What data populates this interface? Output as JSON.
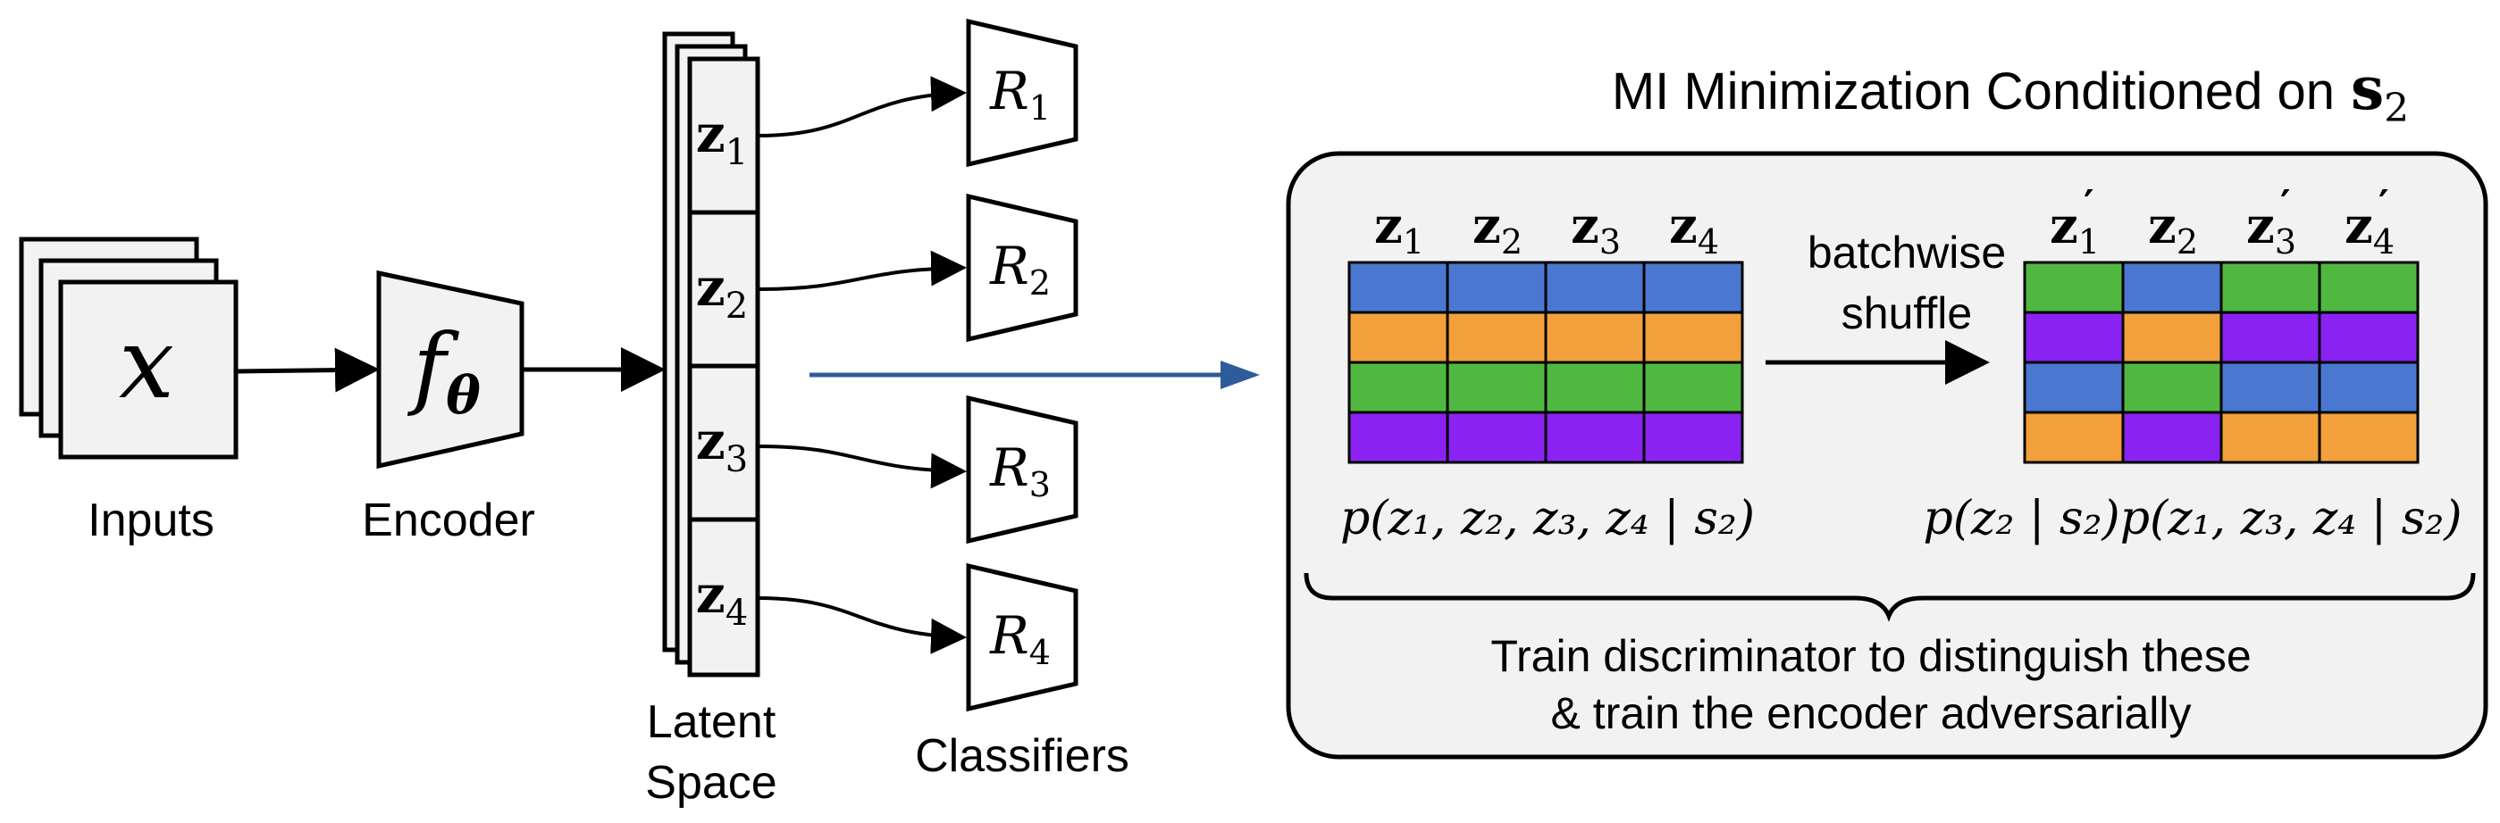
{
  "colors": {
    "blue": "#4A78D0",
    "orange": "#F2A03C",
    "green": "#50B840",
    "purple": "#8A22F2",
    "panel": "#F2F2F2",
    "stroke": "#000000",
    "arrow_blue": "#2E5C9A"
  },
  "inputs": {
    "symbol": "x",
    "label": "Inputs"
  },
  "encoder": {
    "symbol": "f",
    "sub": "θ",
    "label": "Encoder"
  },
  "latent": {
    "label_line1": "Latent",
    "label_line2": "Space",
    "slots": [
      {
        "var": "z",
        "sub": "1"
      },
      {
        "var": "z",
        "sub": "2"
      },
      {
        "var": "z",
        "sub": "3"
      },
      {
        "var": "z",
        "sub": "4"
      }
    ]
  },
  "classifiers": {
    "label": "Classifiers",
    "items": [
      {
        "var": "R",
        "sub": "1"
      },
      {
        "var": "R",
        "sub": "2"
      },
      {
        "var": "R",
        "sub": "3"
      },
      {
        "var": "R",
        "sub": "4"
      }
    ]
  },
  "panel": {
    "title_text": "MI Minimization Conditioned on",
    "title_var": "s",
    "title_sub": "2",
    "shuffle_line1": "batchwise",
    "shuffle_line2": "shuffle",
    "left_headers": [
      {
        "var": "z",
        "sub": "1",
        "prime": ""
      },
      {
        "var": "z",
        "sub": "2",
        "prime": ""
      },
      {
        "var": "z",
        "sub": "3",
        "prime": ""
      },
      {
        "var": "z",
        "sub": "4",
        "prime": ""
      }
    ],
    "right_headers": [
      {
        "var": "z",
        "sub": "1",
        "prime": "′"
      },
      {
        "var": "z",
        "sub": "2",
        "prime": ""
      },
      {
        "var": "z",
        "sub": "3",
        "prime": "′"
      },
      {
        "var": "z",
        "sub": "4",
        "prime": "′"
      }
    ],
    "left_grid": [
      [
        "blue",
        "blue",
        "blue",
        "blue"
      ],
      [
        "orange",
        "orange",
        "orange",
        "orange"
      ],
      [
        "green",
        "green",
        "green",
        "green"
      ],
      [
        "purple",
        "purple",
        "purple",
        "purple"
      ]
    ],
    "right_grid": [
      [
        "green",
        "blue",
        "green",
        "green"
      ],
      [
        "purple",
        "orange",
        "purple",
        "purple"
      ],
      [
        "blue",
        "green",
        "blue",
        "blue"
      ],
      [
        "orange",
        "purple",
        "orange",
        "orange"
      ]
    ],
    "left_formula": "p(z₁, z₂, z₃, z₄ | s₂)",
    "right_formula": "p(z₂ | s₂)p(z₁, z₃, z₄ | s₂)",
    "caption_line1": "Train discriminator to distinguish these",
    "caption_line2": "& train the encoder adversarially"
  }
}
